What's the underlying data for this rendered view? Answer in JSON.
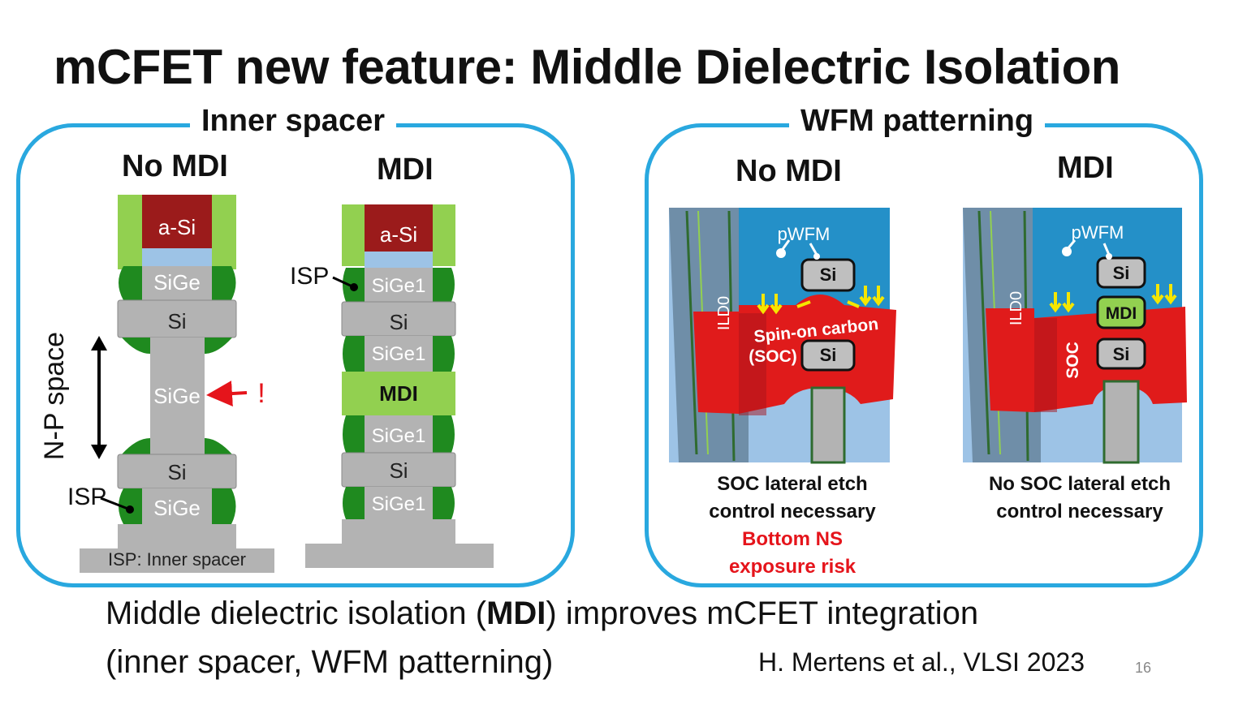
{
  "title": "mCFET new feature: Middle Dielectric Isolation",
  "left_panel": {
    "title": "Inner spacer",
    "col_no_mdi": "No MDI",
    "col_mdi": "MDI",
    "no_mdi_layers": {
      "asi": "a-Si",
      "sige_top": "SiGe",
      "si_top": "Si",
      "sige_mid": "SiGe",
      "si_bot": "Si",
      "sige_bot": "SiGe"
    },
    "mdi_layers": {
      "asi": "a-Si",
      "sige1_a": "SiGe1",
      "si_a": "Si",
      "sige1_b": "SiGe1",
      "mdi": "MDI",
      "sige1_c": "SiGe1",
      "si_b": "Si",
      "sige1_d": "SiGe1"
    },
    "np_space": "N-P space",
    "exclaim": "!",
    "isp_left": "ISP",
    "isp_right": "ISP",
    "legend": "ISP: Inner spacer"
  },
  "right_panel": {
    "title": "WFM patterning",
    "col_no_mdi": "No MDI",
    "col_mdi": "MDI",
    "no_mdi_img": {
      "pwfm": "pWFM",
      "ild0": "ILD0",
      "si_top": "Si",
      "si_bot": "Si",
      "soc_label_1": "Spin-on carbon",
      "soc_label_2": "(SOC)"
    },
    "mdi_img": {
      "pwfm": "pWFM",
      "ild0": "ILD0",
      "si_top": "Si",
      "mdi": "MDI",
      "si_bot": "Si",
      "soc": "SOC"
    },
    "caption_no_mdi_1": "SOC lateral etch",
    "caption_no_mdi_2": "control necessary",
    "caption_no_mdi_risk_1": "Bottom NS",
    "caption_no_mdi_risk_2": "exposure risk",
    "caption_mdi_1": "No SOC lateral etch",
    "caption_mdi_2": "control necessary"
  },
  "takeaway": {
    "line1_pre": "Middle dielectric isolation (",
    "line1_bold": "MDI",
    "line1_post": ") improves mCFET integration",
    "line2": "(inner spacer, WFM patterning)"
  },
  "reference": "H. Mertens et al., VLSI 2023",
  "page_number": "16",
  "colors": {
    "panel_border": "#29a8df",
    "dark_green": "#1f8a1f",
    "light_green": "#92d050",
    "gray": "#b3b3b3",
    "dark_red": "#9b1b1b",
    "blue_light": "#9dc3e6",
    "soc_red": "#e01b1b",
    "wfm_blue": "#2490c8",
    "arrow_red": "#e5141b",
    "arrow_yellow": "#f5e600"
  }
}
